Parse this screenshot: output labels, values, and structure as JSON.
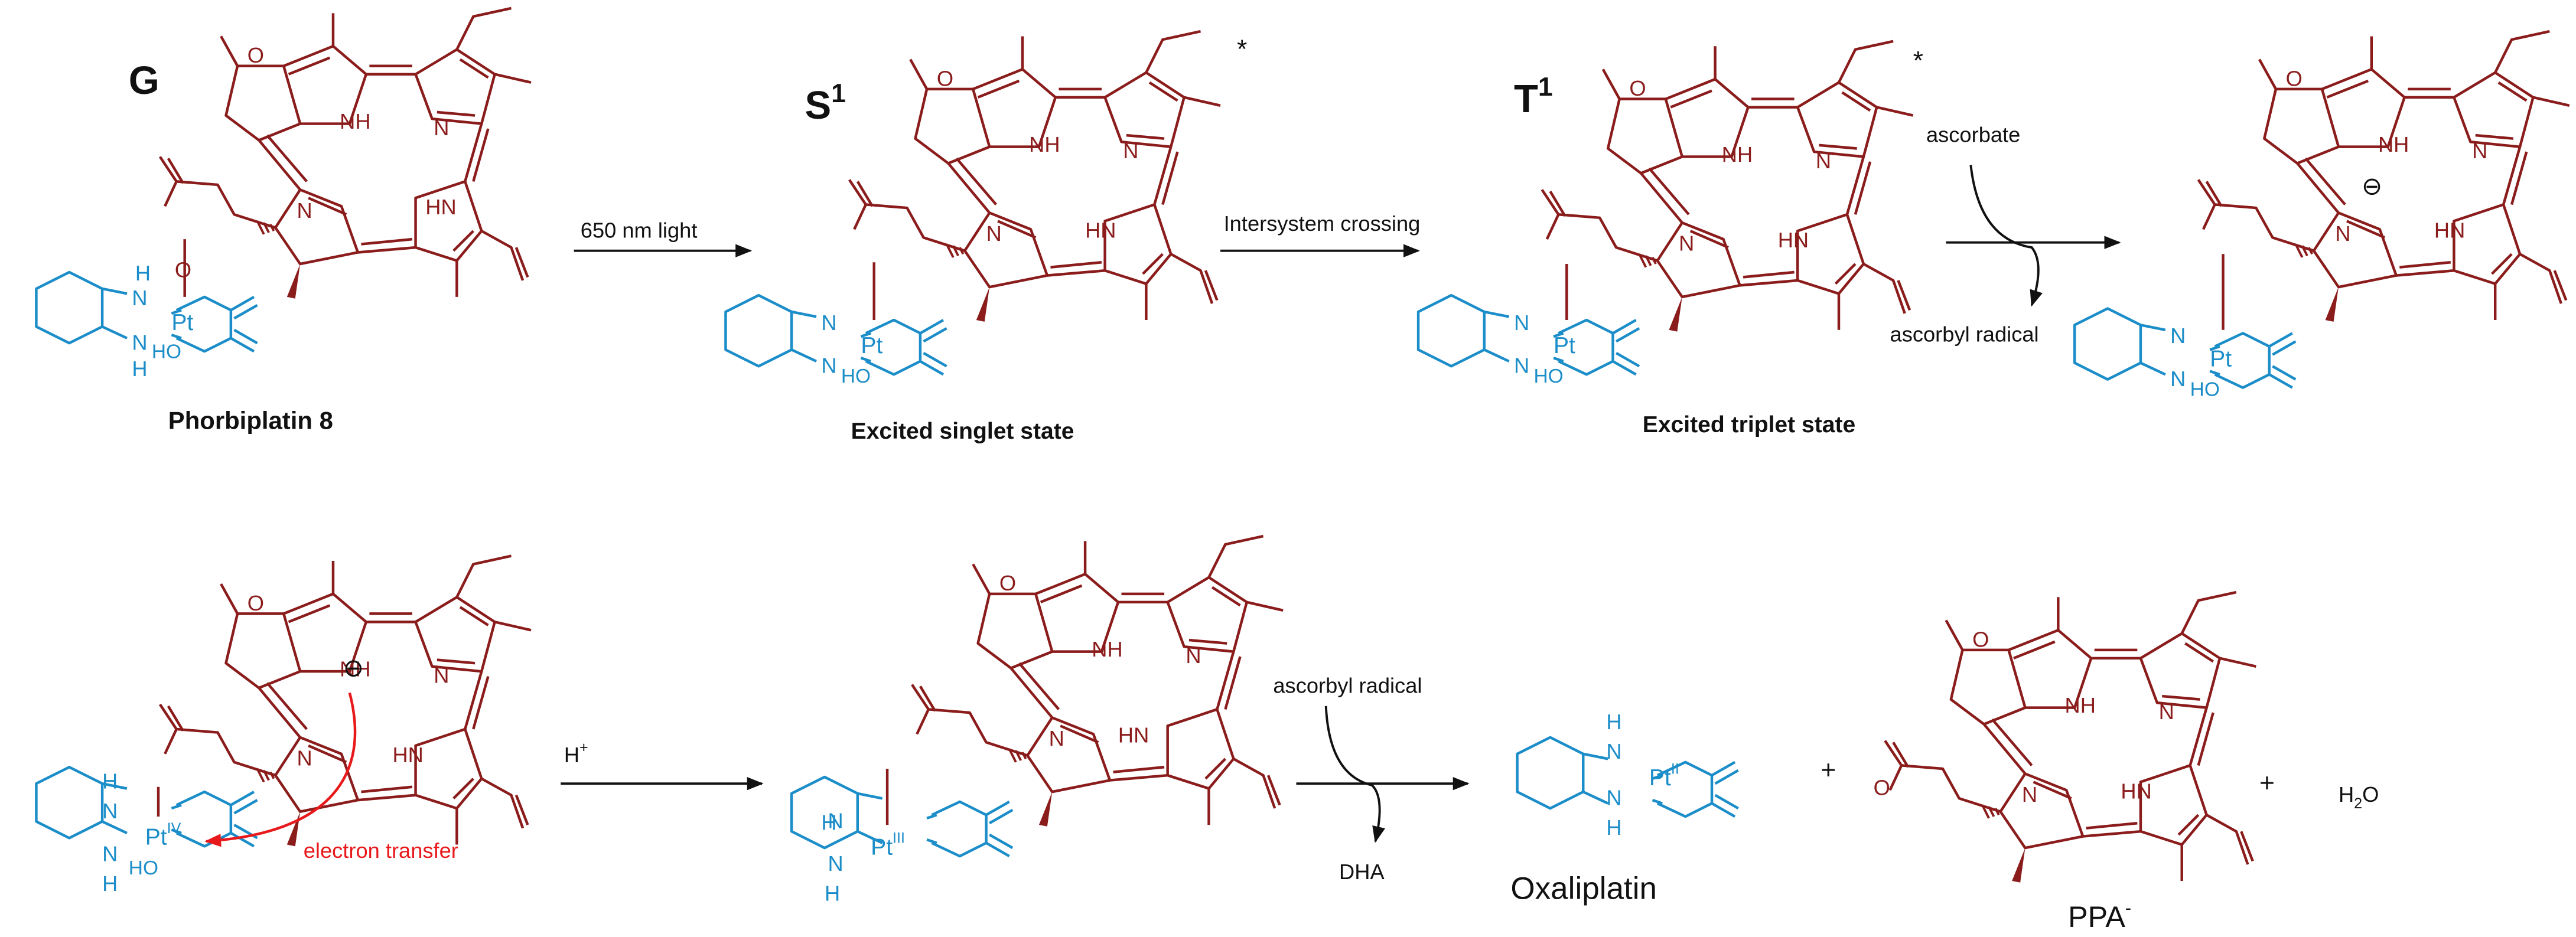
{
  "colors": {
    "macrocycle": "#8b1c1c",
    "platinum": "#1b8dc8",
    "electron_transfer": "#e8191b",
    "text": "#111111"
  },
  "states": {
    "ground": {
      "label": "G",
      "caption": "Phorbiplatin 8"
    },
    "singlet": {
      "label": "S",
      "superscript": "1",
      "star": "*",
      "caption": "Excited singlet state"
    },
    "triplet": {
      "label": "T",
      "superscript": "1",
      "star": "*",
      "caption": "Excited triplet state"
    },
    "reduced": {
      "charge": "⊖"
    }
  },
  "arrows": {
    "light": "650 nm light",
    "isc": "Intersystem crossing",
    "ascorbate": "ascorbate",
    "ascorbyl_radical_top": "ascorbyl radical",
    "proton": "H",
    "proton_sup": "+",
    "ascorbyl_radical_bottom": "ascorbyl radical",
    "dha": "DHA"
  },
  "electron_transfer": {
    "label": "electron transfer",
    "charge": "⊖"
  },
  "atoms": {
    "carbonyl_o": "O",
    "nh": "NH",
    "hn": "HN",
    "n": "N",
    "h": "H",
    "pt": "Pt",
    "ho": "HO",
    "o": "O",
    "pt_iv": "IV",
    "pt_iii": "III",
    "pt_ii": "II"
  },
  "products": {
    "oxaliplatin": "Oxaliplatin",
    "ppa": "PPA",
    "ppa_sup": "-",
    "plus": "+",
    "water_h": "H",
    "water_sub": "2",
    "water_o": "O"
  }
}
